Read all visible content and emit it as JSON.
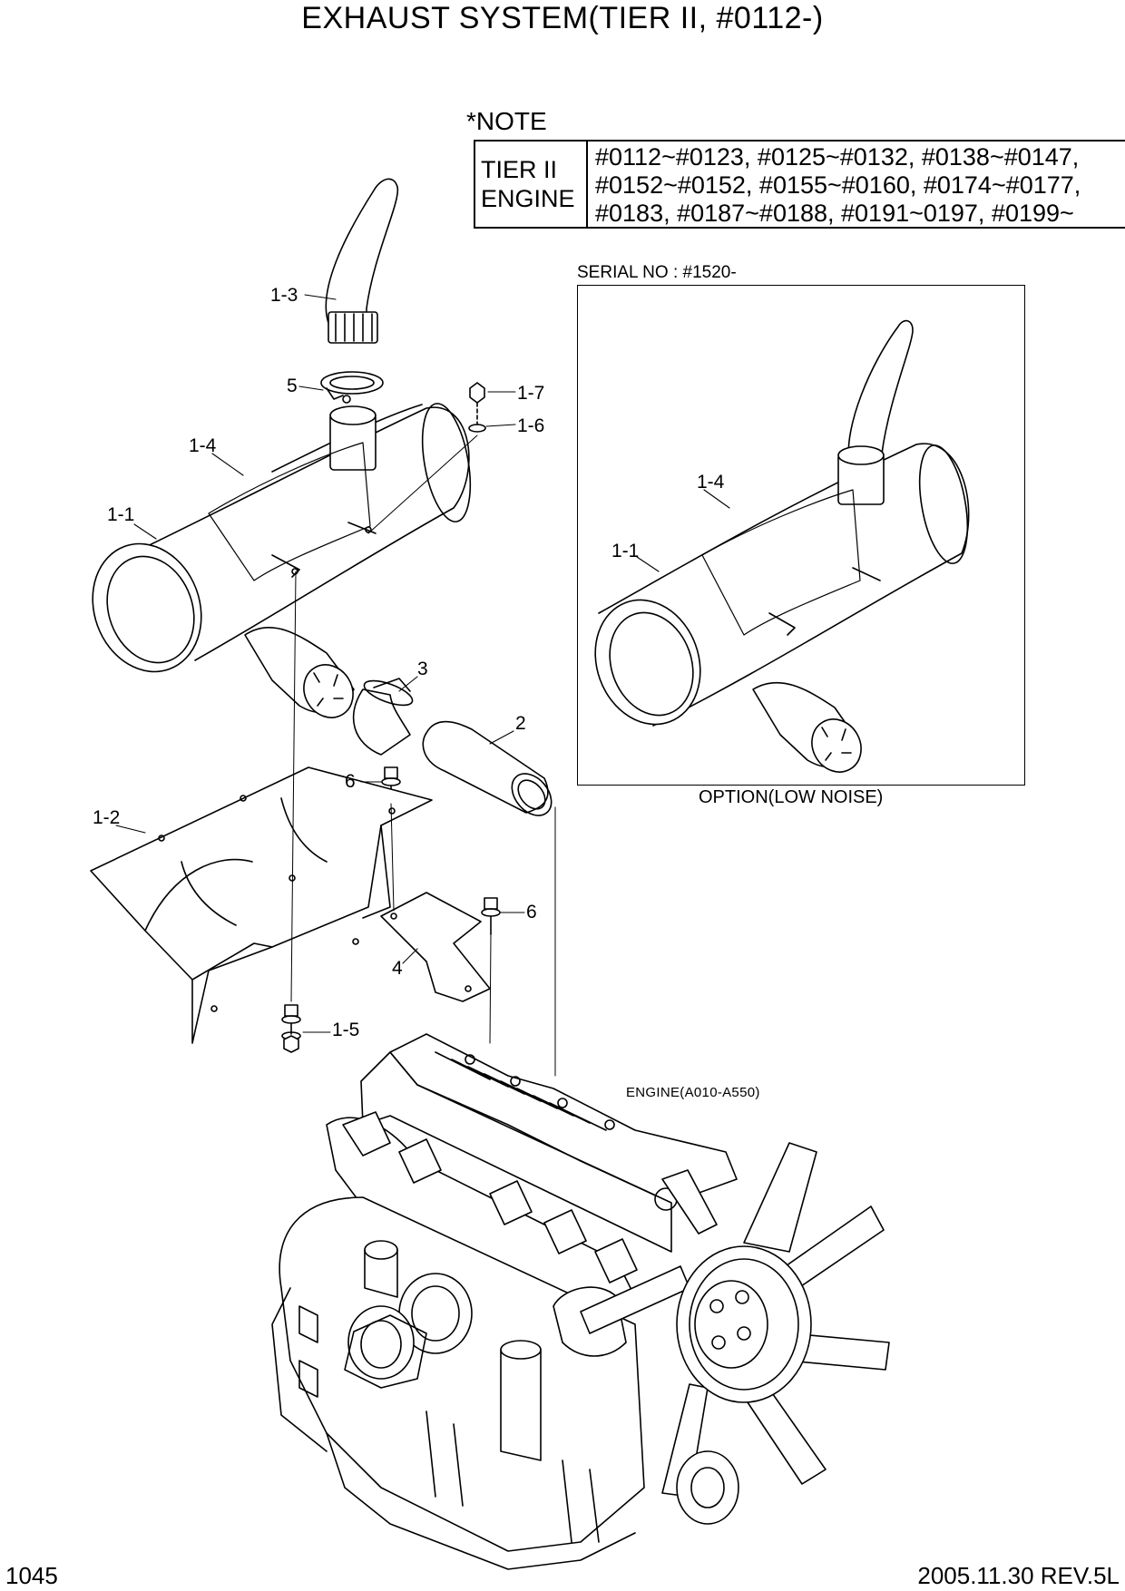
{
  "title": "EXHAUST SYSTEM(TIER II, #0112-)",
  "note": {
    "label": "*NOTE",
    "left_line1": "TIER II",
    "left_line2": "ENGINE",
    "serials": [
      "#0112~#0123, #0125~#0132, #0138~#0147,",
      "#0152~#0152, #0155~#0160, #0174~#0177,",
      "#0183, #0187~#0188, #0191~0197, #0199~"
    ]
  },
  "option": {
    "serial": "SERIAL NO : #1520-",
    "caption": "OPTION(LOW NOISE)",
    "callouts": [
      "1-4",
      "1-1"
    ]
  },
  "callouts": {
    "c1_3": "1-3",
    "c5": "5",
    "c1_7": "1-7",
    "c1_6": "1-6",
    "c1_4": "1-4",
    "c1_1": "1-1",
    "c3": "3",
    "c2": "2",
    "c6a": "6",
    "c1_2": "1-2",
    "c6b": "6",
    "c4": "4",
    "c1_5": "1-5"
  },
  "engine_label": "ENGINE(A010-A550)",
  "footer": {
    "page": "1045",
    "revision": "2005.11.30  REV.5L"
  }
}
